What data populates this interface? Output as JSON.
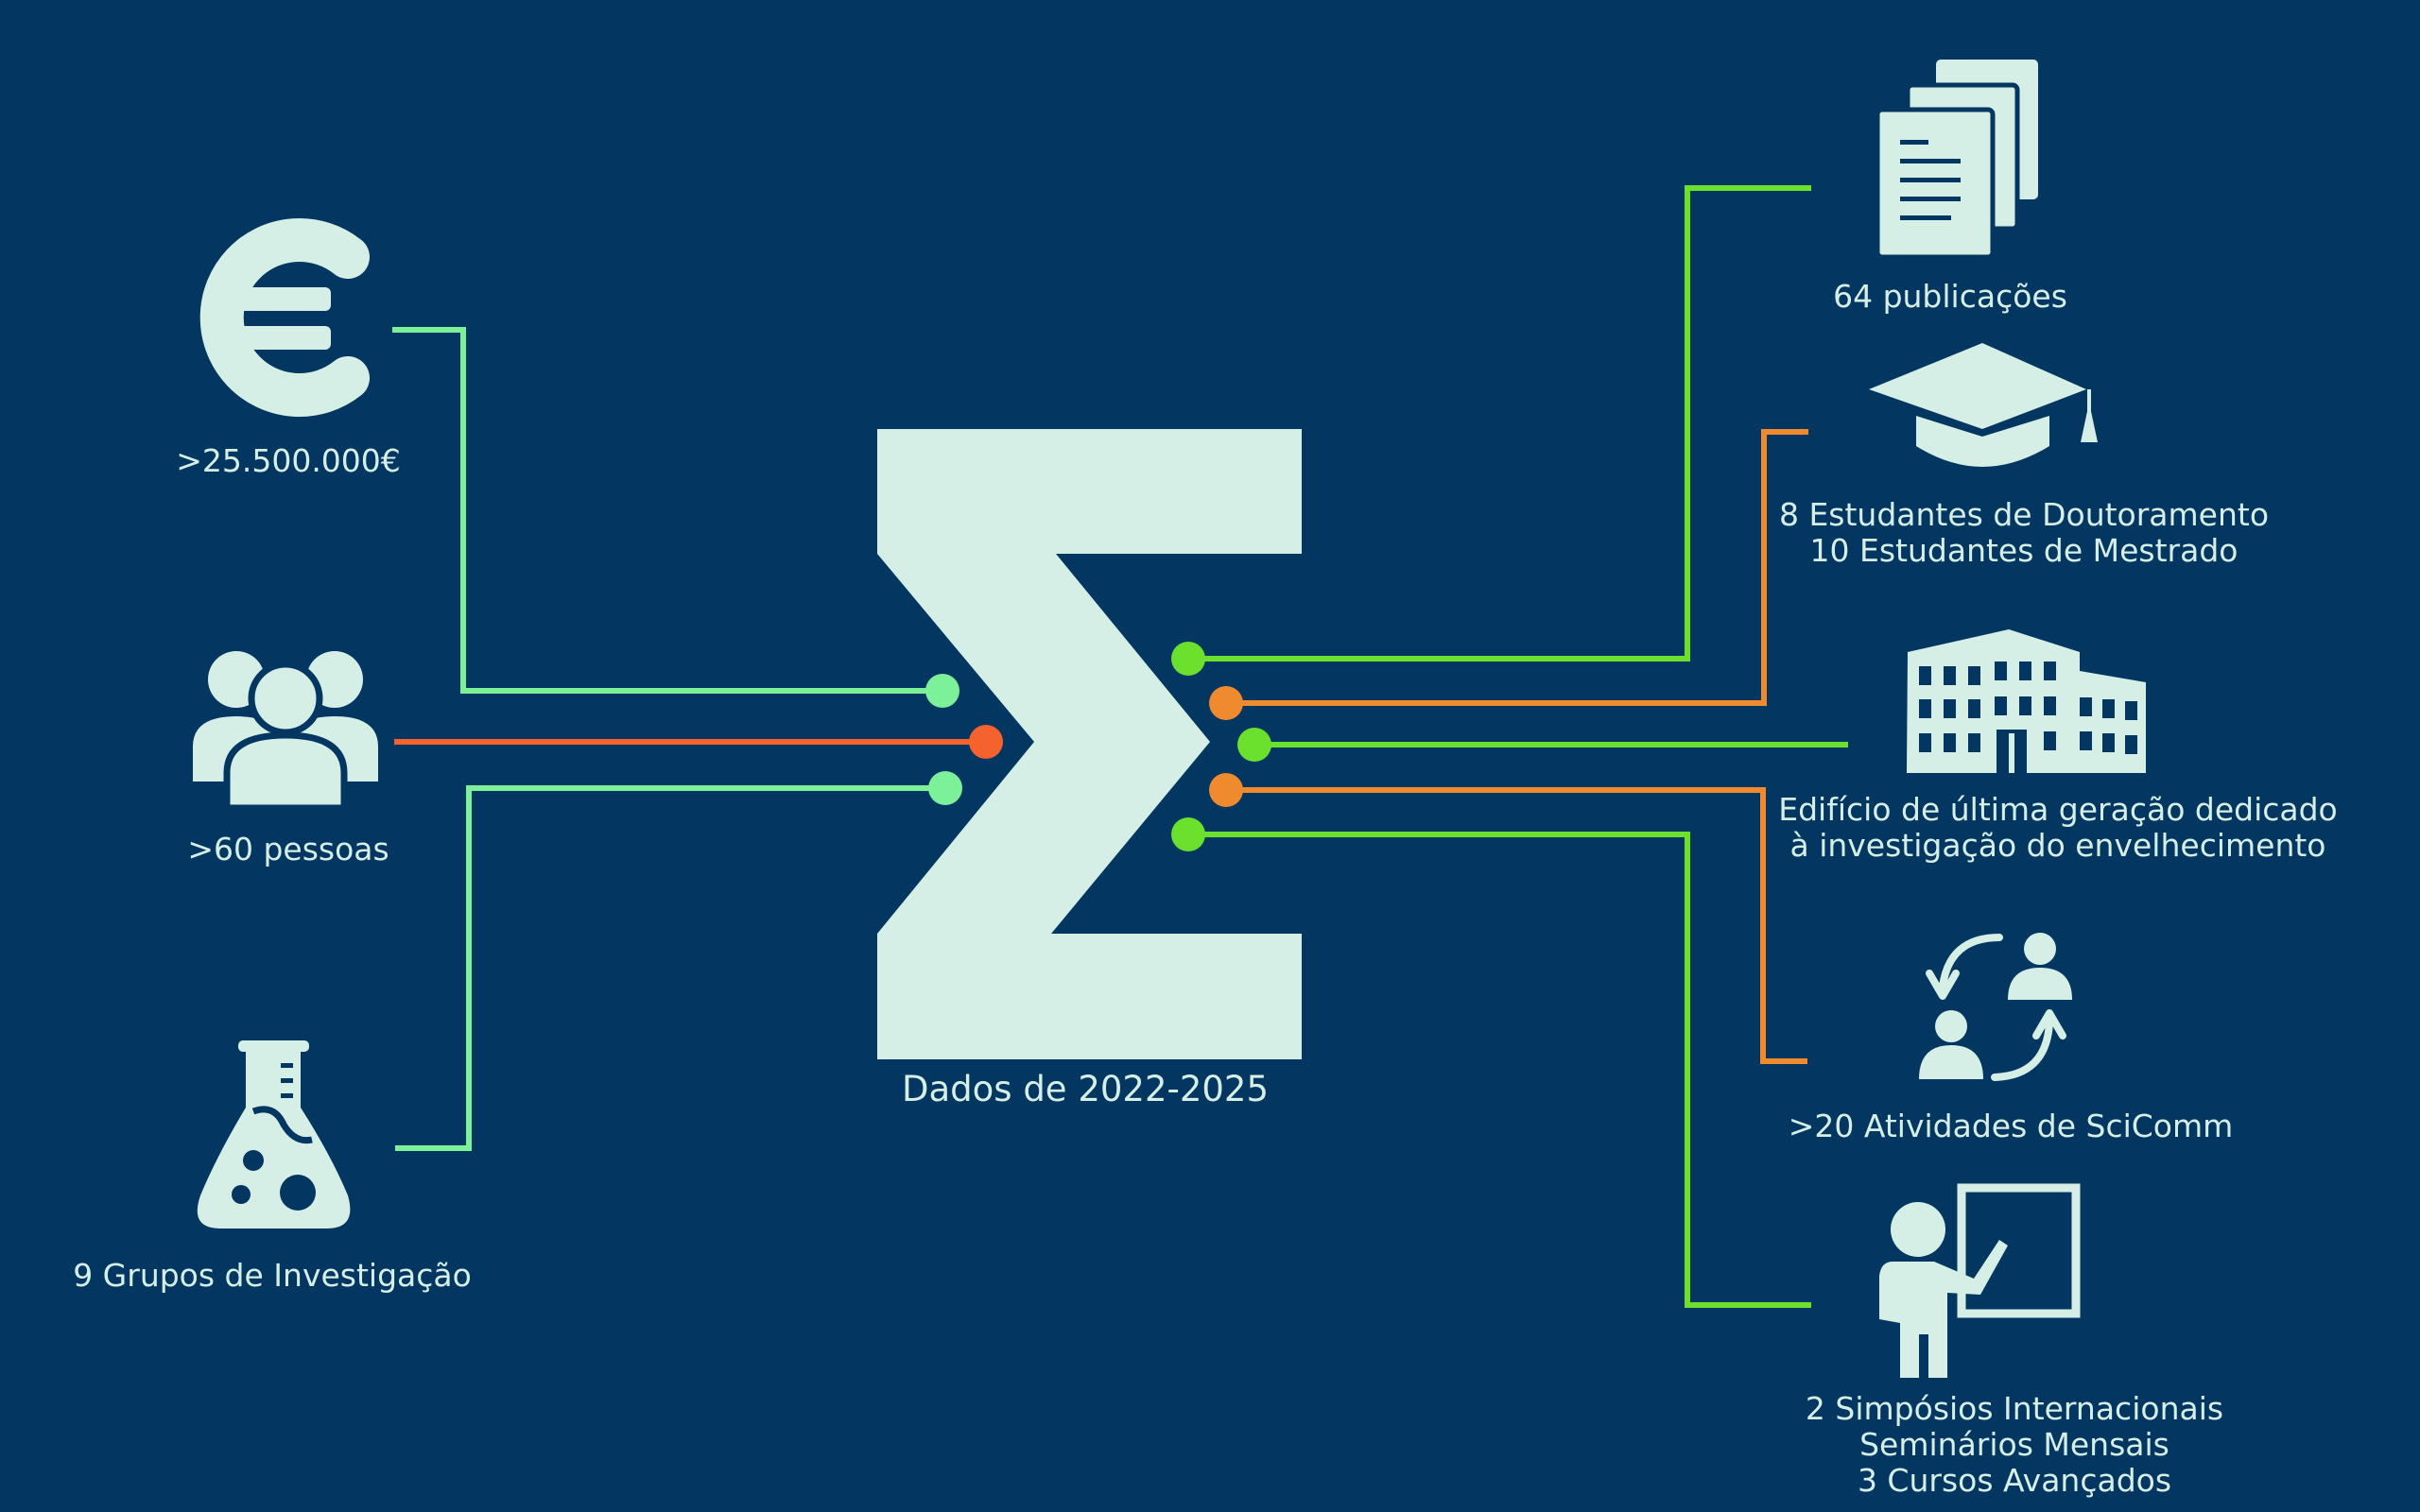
{
  "caption": "Dados de 2022-2025",
  "colors": {
    "background": "#033660",
    "icon": "#d6efe6",
    "light_green": "#7df09a",
    "green": "#6be12e",
    "orange": "#f08a2e",
    "red_orange": "#f5622d"
  },
  "central_icon": "sigma-icon",
  "inputs": [
    {
      "icon": "euro-icon",
      "lines": [
        ">25.500.000€"
      ]
    },
    {
      "icon": "people-group-icon",
      "lines": [
        ">60 pessoas"
      ]
    },
    {
      "icon": "flask-icon",
      "lines": [
        "9 Grupos de Investigação"
      ]
    }
  ],
  "outputs": [
    {
      "icon": "documents-icon",
      "lines": [
        "64 publicações"
      ]
    },
    {
      "icon": "graduation-cap-icon",
      "lines": [
        "8 Estudantes de Doutoramento",
        "10 Estudantes de Mestrado"
      ]
    },
    {
      "icon": "building-icon",
      "lines": [
        "Edifício de última geração dedicado",
        "à investigação do envelhecimento"
      ]
    },
    {
      "icon": "exchange-people-icon",
      "lines": [
        ">20 Atividades de SciComm"
      ]
    },
    {
      "icon": "teacher-board-icon",
      "lines": [
        "2 Simpósios Internacionais",
        "Seminários Mensais",
        "3 Cursos Avançados"
      ]
    }
  ]
}
